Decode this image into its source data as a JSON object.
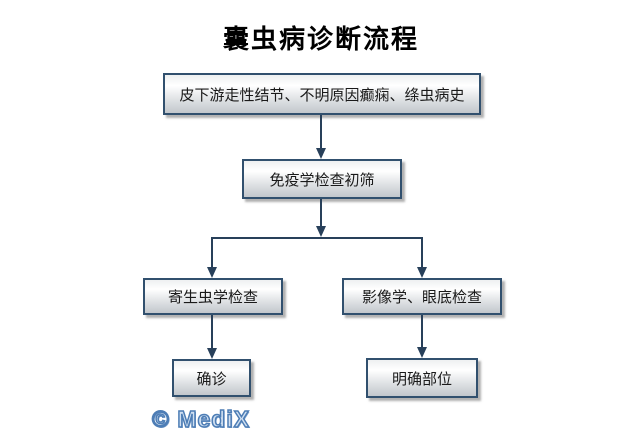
{
  "title": "囊虫病诊断流程",
  "watermark": "© MediX",
  "colors": {
    "box_border": "#31506e",
    "connector_line": "#28405a",
    "box_fill_top": "#ffffff",
    "box_fill_bottom": "#c2c7cc",
    "title_color": "#000000",
    "watermark_fill": "#cfdff1",
    "watermark_outline": "#4d7db5",
    "background": "#ffffff"
  },
  "flowchart": {
    "nodes": [
      {
        "id": "symptoms",
        "label": "皮下游走性结节、不明原因癫痫、绦虫病史"
      },
      {
        "id": "immunology",
        "label": "免疫学检查初筛"
      },
      {
        "id": "parasitology",
        "label": "寄生虫学检查"
      },
      {
        "id": "imaging",
        "label": "影像学、眼底检查"
      },
      {
        "id": "confirm",
        "label": "确诊"
      },
      {
        "id": "locate",
        "label": "明确部位"
      }
    ],
    "edges": [
      {
        "from": "symptoms",
        "to": "immunology"
      },
      {
        "from": "immunology",
        "to": "parasitology"
      },
      {
        "from": "immunology",
        "to": "imaging"
      },
      {
        "from": "parasitology",
        "to": "confirm"
      },
      {
        "from": "imaging",
        "to": "locate"
      }
    ]
  }
}
